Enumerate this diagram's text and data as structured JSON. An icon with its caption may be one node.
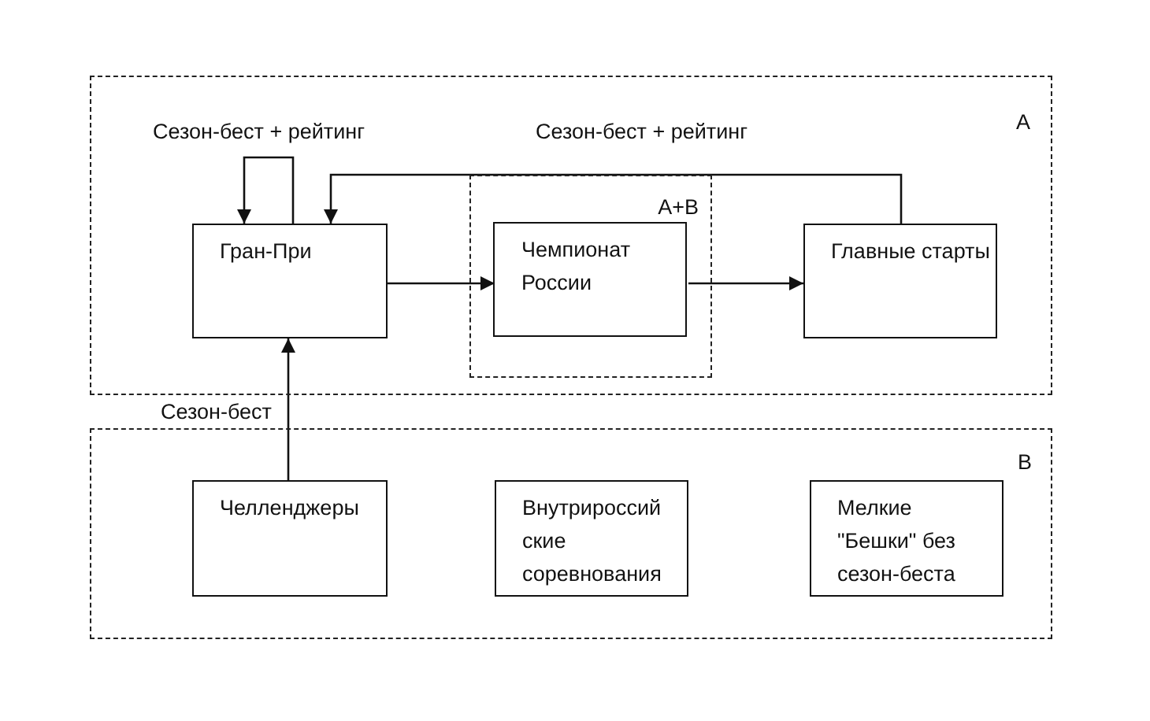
{
  "diagram": {
    "nodes": [
      {
        "text": [
          "А"
        ]
      },
      {
        "text": [
          "Гран-При"
        ],
        "in": 0
      },
      {
        "text": [
          "А+В"
        ],
        "in": 0
      },
      {
        "text": [
          "Чемпионат России"
        ],
        "in": 2
      },
      {
        "text": [
          "Главные старты"
        ],
        "in": 0
      },
      {
        "text": [
          "В"
        ]
      },
      {
        "text": [
          "Челленджеры"
        ],
        "in": 5
      },
      {
        "text": [
          "Внутрироссий ские соревнования"
        ],
        "in": 5
      },
      {
        "text": [
          "Мелкие \"Бешки\" без сезон-беста"
        ],
        "in": 5
      }
    ],
    "edges": [
      {
        "from": 1,
        "to": 1,
        "arrow": "to",
        "label": "Сезон-бест + рейтинг"
      },
      {
        "from": 4,
        "to": 1,
        "arrow": "to",
        "label": "Сезон-бест + рейтинг"
      },
      {
        "from": 1,
        "to": 3,
        "arrow": "to"
      },
      {
        "from": 3,
        "to": 4,
        "arrow": "to"
      },
      {
        "from": 6,
        "to": 1,
        "arrow": "to",
        "label": "Сезон-бест"
      }
    ]
  }
}
